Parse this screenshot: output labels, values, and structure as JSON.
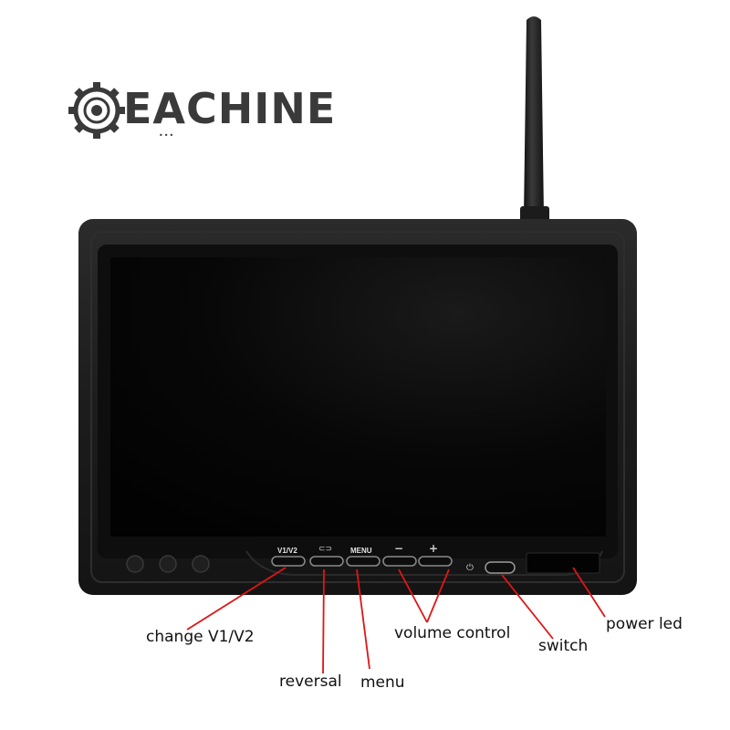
{
  "brand": {
    "name": "EACHINE",
    "dots": "•••",
    "colors": {
      "text": "#3a3a3a"
    }
  },
  "device": {
    "buttons": {
      "v1v2_label": "V1/V2",
      "reversal_glyph": "⊂⊃",
      "menu_label": "MENU",
      "minus_label": "−",
      "plus_label": "+",
      "power_glyph": "⏻"
    },
    "colors": {
      "bezel": "#1a1a1a",
      "screen": "#040404",
      "antenna": "#1e1e1e"
    }
  },
  "callouts": {
    "change": "change V1/V2",
    "reversal": "reversal",
    "menu": "menu",
    "volume": "volume control",
    "switch": "switch",
    "power_led": "power led",
    "line_color": "#e01515"
  }
}
